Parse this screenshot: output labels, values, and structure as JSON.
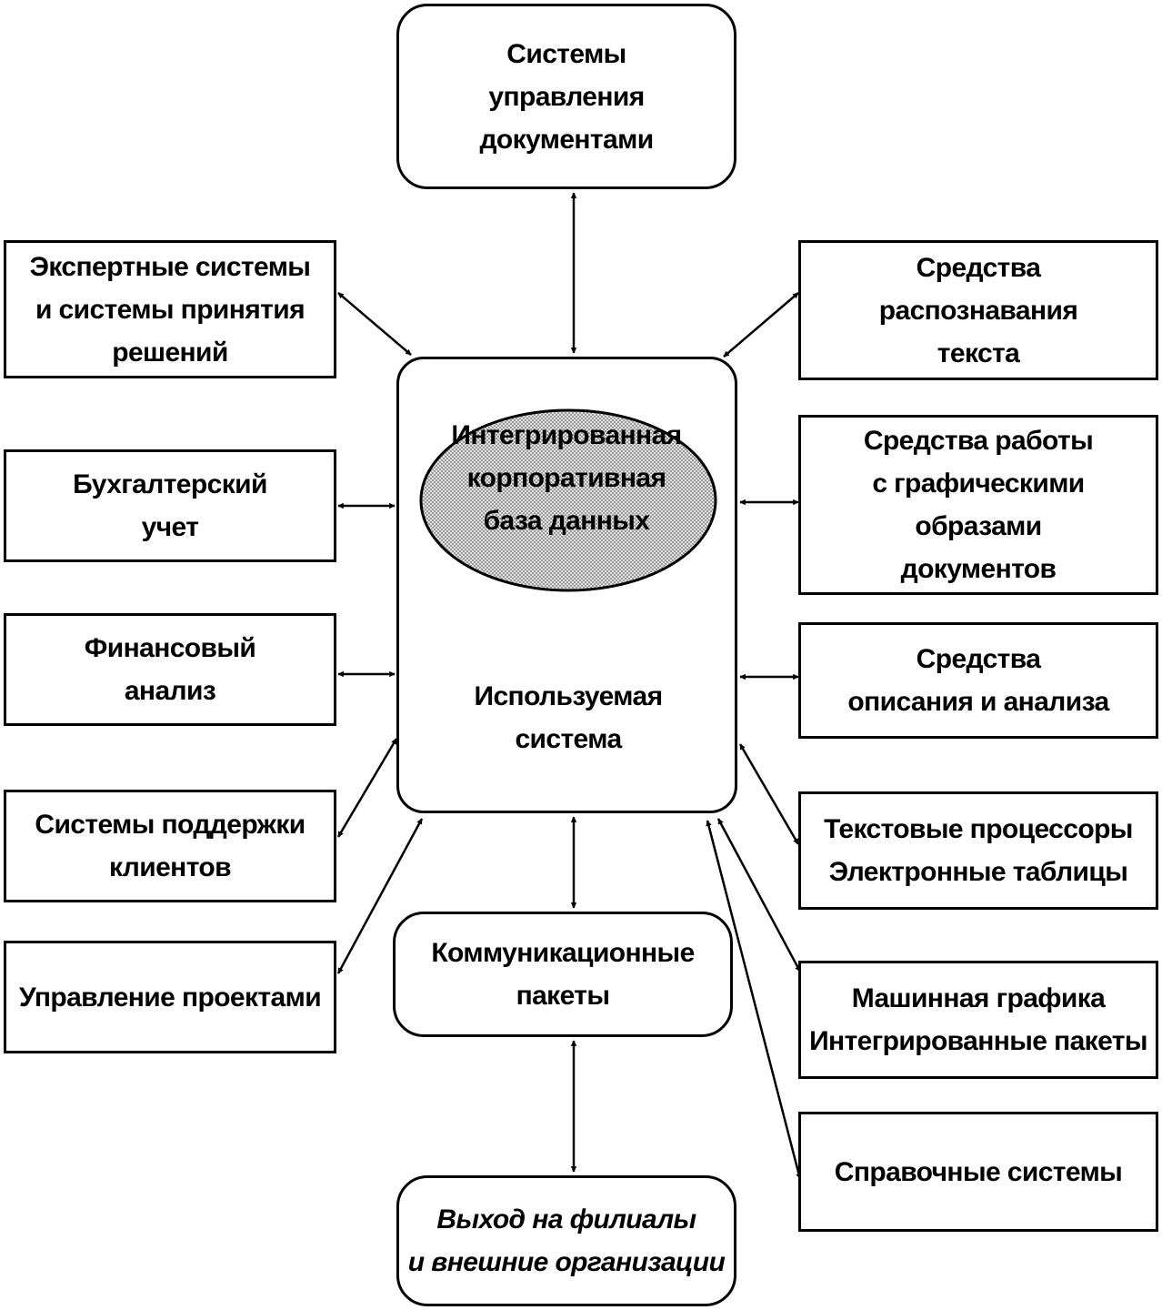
{
  "top": {
    "label": "Системы\nуправления\nдокументами"
  },
  "center": {
    "database_label": "Интегрированная\nкорпоративная\nбаза данных",
    "system_label": "Используемая\nсистема"
  },
  "bottom": {
    "communication_label": "Коммуникационные\nпакеты",
    "exit_label": "Выход на филиалы\nи внешние организации"
  },
  "left": {
    "expert": "Экспертные системы\nи системы принятия\nрешений",
    "accounting": "Бухгалтерский\nучет",
    "finance": "Финансовый\nанализ",
    "support": "Системы поддержки\nклиентов",
    "projects": "Управление проектами"
  },
  "right": {
    "ocr": "Средства\nраспознавания\nтекста",
    "graphics": "Средства работы\nс графическими\nобразами\nдокументов",
    "description": "Средства\nописания и анализа",
    "text_tools": "Текстовые процессоры\nЭлектронные таблицы",
    "machine_graphics": "Машинная графика\nИнтегрированные пакеты",
    "help": "Справочные системы"
  }
}
